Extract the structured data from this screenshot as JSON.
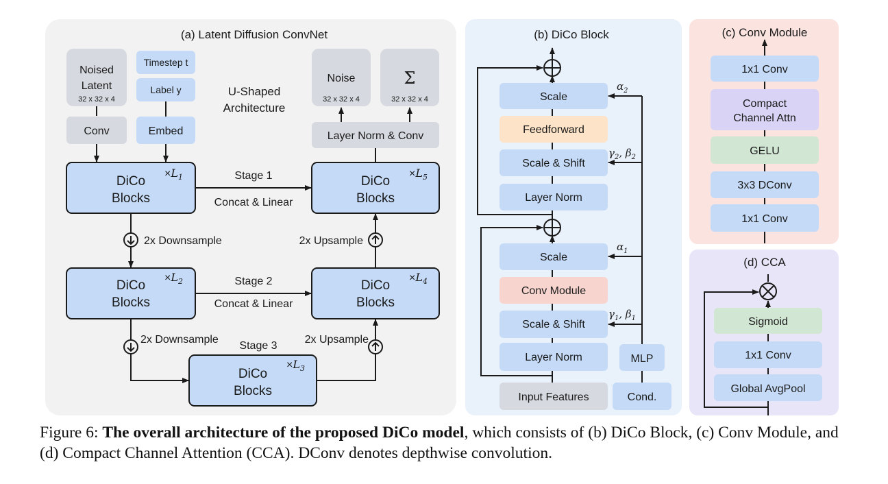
{
  "colors": {
    "panel_a_bg": "#f2f2f2",
    "panel_b_bg": "#e9f1fb",
    "panel_c_bg": "#fbe4e0",
    "panel_d_bg": "#e9e5f8",
    "block_blue": "#c4daf7",
    "box_gray": "#d6d9df",
    "ff_orange": "#fde3c7",
    "conv_pink": "#f8d4cf",
    "cca_purple": "#d9d4f5",
    "gelu_green": "#d2e6d4",
    "stroke": "#1a1a1a"
  },
  "panel_a": {
    "title": "(a) Latent Diffusion ConvNet",
    "noised_latent": {
      "line1": "Noised",
      "line2": "Latent",
      "dims": "32 x 32 x 4"
    },
    "timestep": "Timestep t",
    "label": "Label y",
    "conv": "Conv",
    "embed": "Embed",
    "ushaped_1": "U-Shaped",
    "ushaped_2": "Architecture",
    "noise": {
      "label": "Noise",
      "dims": "32 x 32 x 4"
    },
    "sigma": {
      "label": "Σ",
      "dims": "32 x 32 x 4"
    },
    "layernorm_conv": "Layer Norm & Conv",
    "blocks": [
      {
        "l1": "DiCo",
        "l2": "Blocks",
        "mult": "×",
        "L": "L",
        "sub": "1"
      },
      {
        "l1": "DiCo",
        "l2": "Blocks",
        "mult": "×",
        "L": "L",
        "sub": "5"
      },
      {
        "l1": "DiCo",
        "l2": "Blocks",
        "mult": "×",
        "L": "L",
        "sub": "2"
      },
      {
        "l1": "DiCo",
        "l2": "Blocks",
        "mult": "×",
        "L": "L",
        "sub": "4"
      },
      {
        "l1": "DiCo",
        "l2": "Blocks",
        "mult": "×",
        "L": "L",
        "sub": "3"
      }
    ],
    "stage1": "Stage 1",
    "stage2": "Stage 2",
    "stage3": "Stage 3",
    "concat1": "Concat & Linear",
    "concat2": "Concat & Linear",
    "down1": "2x Downsample",
    "down2": "2x Downsample",
    "up1": "2x Upsample",
    "up2": "2x Upsample"
  },
  "panel_b": {
    "title": "(b) DiCo Block",
    "scale_top": "Scale",
    "feedforward": "Feedforward",
    "scale_shift_top": "Scale & Shift",
    "layernorm_top": "Layer Norm",
    "scale_bot": "Scale",
    "conv_module": "Conv Module",
    "scale_shift_bot": "Scale & Shift",
    "layernorm_bot": "Layer Norm",
    "input_features": "Input Features",
    "mlp": "MLP",
    "cond": "Cond.",
    "alpha2": {
      "sym": "α",
      "sub": "2"
    },
    "gamma2_beta2": {
      "g": "γ",
      "gsub": "2",
      "sep": ", ",
      "b": "β",
      "bsub": "2"
    },
    "alpha1": {
      "sym": "α",
      "sub": "1"
    },
    "gamma1_beta1": {
      "g": "γ",
      "gsub": "1",
      "sep": ", ",
      "b": "β",
      "bsub": "1"
    }
  },
  "panel_c": {
    "title": "(c) Conv Module",
    "conv1x1_top": "1x1 Conv",
    "cca_1": "Compact",
    "cca_2": "Channel Attn",
    "gelu": "GELU",
    "dconv": "3x3 DConv",
    "conv1x1_bot": "1x1 Conv"
  },
  "panel_d": {
    "title": "(d) CCA",
    "sigmoid": "Sigmoid",
    "conv1x1": "1x1 Conv",
    "avgpool": "Global AvgPool"
  },
  "caption": {
    "prefix": "Figure 6: ",
    "bold": "The overall architecture of the proposed DiCo model",
    "rest": ", which consists of (b) DiCo Block, (c) Conv Module, and (d) Compact Channel Attention (CCA). DConv denotes depthwise convolution."
  }
}
